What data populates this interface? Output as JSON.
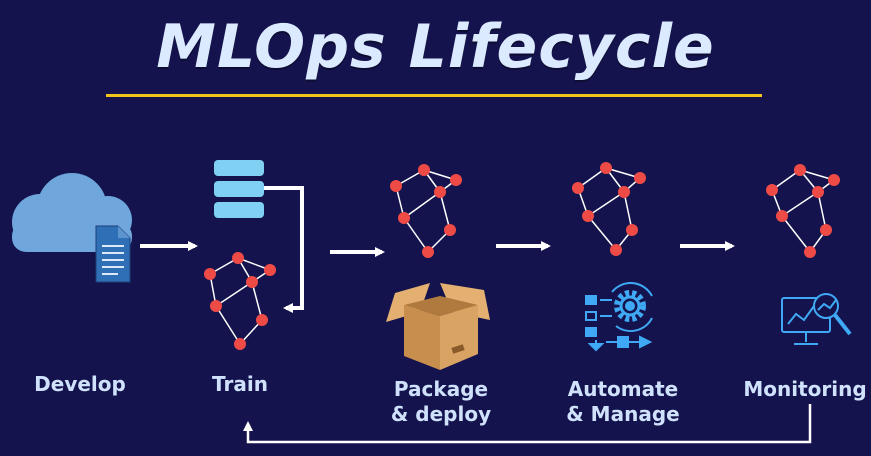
{
  "title": "MLOps Lifecycle",
  "stages": [
    {
      "label": "Develop"
    },
    {
      "label": "Train"
    },
    {
      "label": "Package\n& deploy"
    },
    {
      "label": "Automate\n& Manage"
    },
    {
      "label": "Monitoring"
    }
  ],
  "colors": {
    "background": "#14134d",
    "title": "#dbeaff",
    "title_underline": "#f0c419",
    "node": "#ef4b46",
    "edge": "#ffffff",
    "cloud": "#6fa6dc",
    "database": "#7fd0f2",
    "icon_blue": "#3fa9f5"
  },
  "icons": [
    "cloud-icon",
    "document-icon",
    "database-icon",
    "box-icon",
    "gear-workflow-icon",
    "monitor-analytics-icon"
  ]
}
